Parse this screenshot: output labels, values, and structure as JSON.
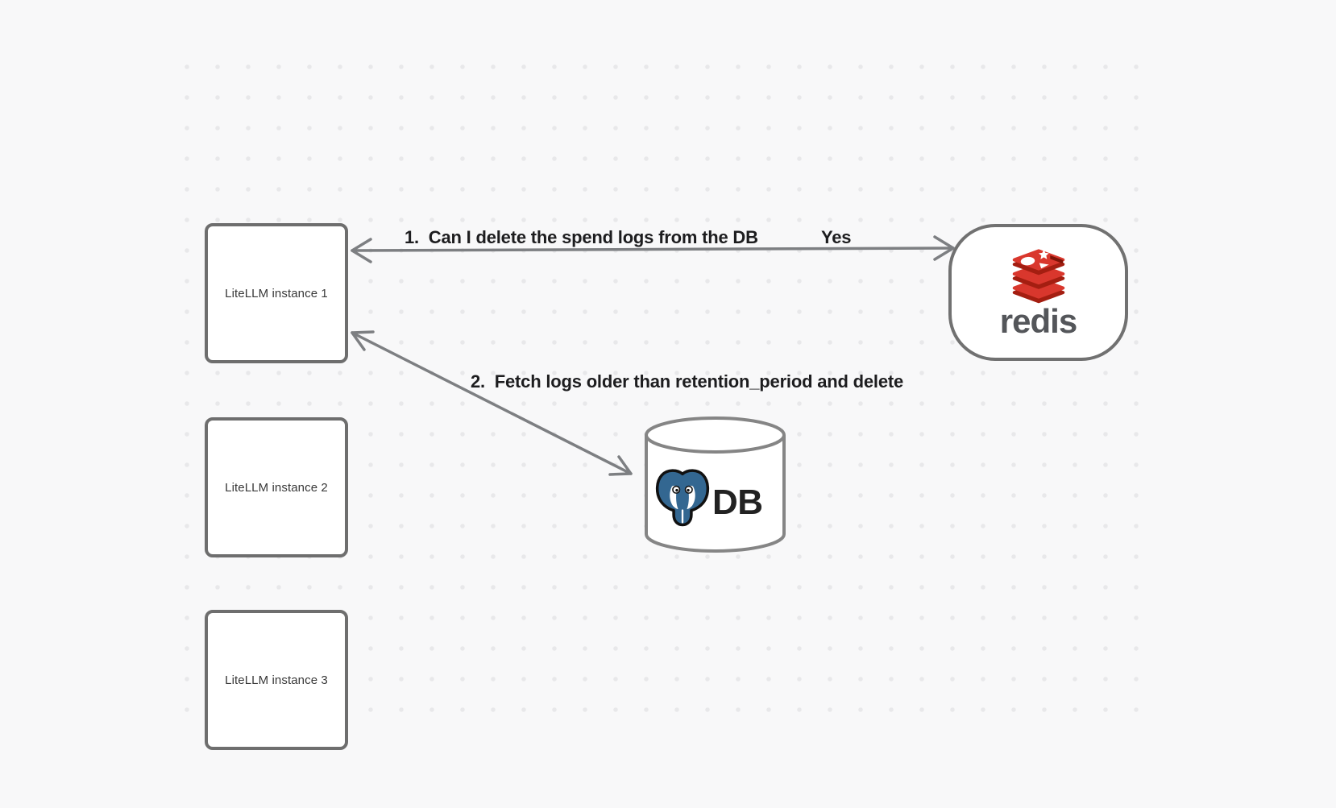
{
  "canvas": {
    "background": "#f8f8f9",
    "dot_color": "#e8e8ea",
    "shape_border_color": "#6e6e6e",
    "arrow_color": "#7d7f82",
    "label_color": "#1d1d1f"
  },
  "nodes": {
    "instances": [
      {
        "label": "LiteLLM instance 1"
      },
      {
        "label": "LiteLLM instance 2"
      },
      {
        "label": "LiteLLM instance 3"
      }
    ],
    "redis": {
      "wordmark": "redis",
      "icon": "redis-stack-logo",
      "brand_red": "#d9372d",
      "brand_red_dark": "#a41e11",
      "wordmark_color": "#54565a"
    },
    "db": {
      "label": "DB",
      "icon": "postgresql-elephant-logo",
      "elephant_blue": "#336791"
    }
  },
  "arrows": [
    {
      "label": "1.  Can I delete the spend logs from the DB",
      "response": "Yes",
      "between": [
        "LiteLLM instance 1",
        "redis"
      ],
      "direction": "both"
    },
    {
      "label": "2.  Fetch logs older than retention_period and delete",
      "between": [
        "LiteLLM instance 1",
        "DB"
      ],
      "direction": "both"
    }
  ]
}
